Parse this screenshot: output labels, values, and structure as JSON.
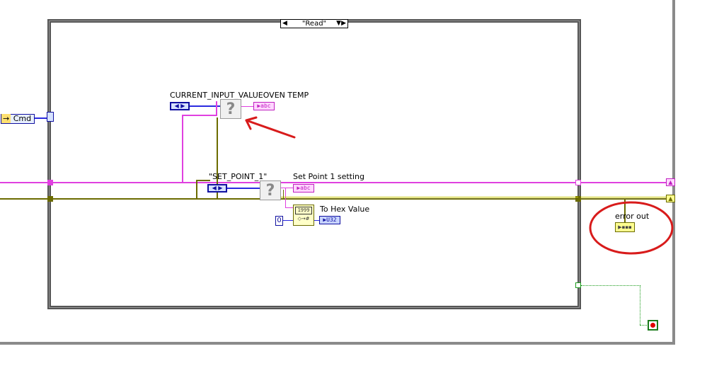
{
  "case_structure": {
    "selector_value": "\"Read\"",
    "left_arrow": "◀",
    "right_arrows": "▼▶"
  },
  "cmd_terminal": {
    "label": "Cmd",
    "arrow": "→"
  },
  "nodes": {
    "current_input_label": "CURRENT_INPUT_VALUEOVEN TEMP",
    "set_point_const_label": "\"SET_POINT_1\"",
    "set_point_setting_label": "Set Point 1 setting",
    "to_hex_label": "To Hex Value",
    "numeric_const": "0",
    "error_out_label": "error out",
    "abc_text": "▶abc",
    "u32_text": "▶U32",
    "enum_text": "◀ ▶",
    "unknown_glyph": "?"
  },
  "colors": {
    "string_wire": "#e040e0",
    "error_wire": "#6b6b00",
    "numeric_wire": "#2a2ae0",
    "boolean_wire": "#1a9a1a",
    "annotation": "#d81b1b"
  }
}
